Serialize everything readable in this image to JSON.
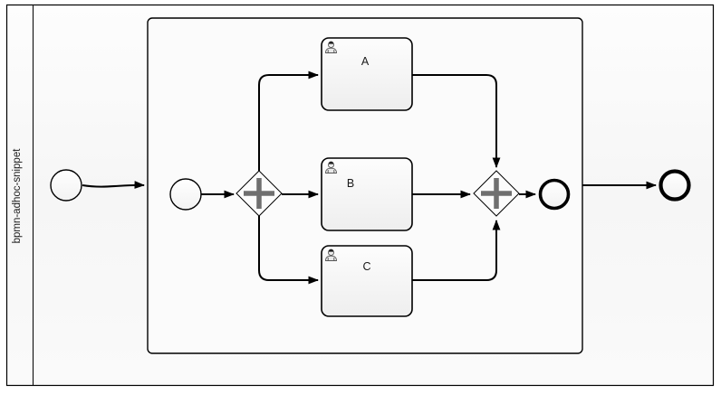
{
  "diagram": {
    "type": "bpmn-process-diagram",
    "pool": {
      "lane_label": "bpmn-adhoc-snippet"
    },
    "nodes": {
      "outer_start_event": "start-event-circle",
      "subprocess": "expanded-subprocess-frame",
      "inner_start_event": "start-event-circle",
      "split_gateway_symbol": "+",
      "join_gateway_symbol": "+",
      "inner_end_event": "end-event-thick-circle",
      "outer_end_event": "end-event-thick-circle"
    },
    "tasks": [
      {
        "label": "A",
        "type_icon": "user-icon"
      },
      {
        "label": "B",
        "type_icon": "user-icon"
      },
      {
        "label": "C",
        "type_icon": "user-icon"
      }
    ],
    "colors": {
      "stroke": "#000000",
      "gateway_plus": "#6f6f6f",
      "task_fill_top": "#fdfdfd",
      "task_fill_bottom": "#eeeeee",
      "canvas_fill_top": "#fdfdfd",
      "canvas_fill_bottom": "#f4f4f4"
    }
  }
}
